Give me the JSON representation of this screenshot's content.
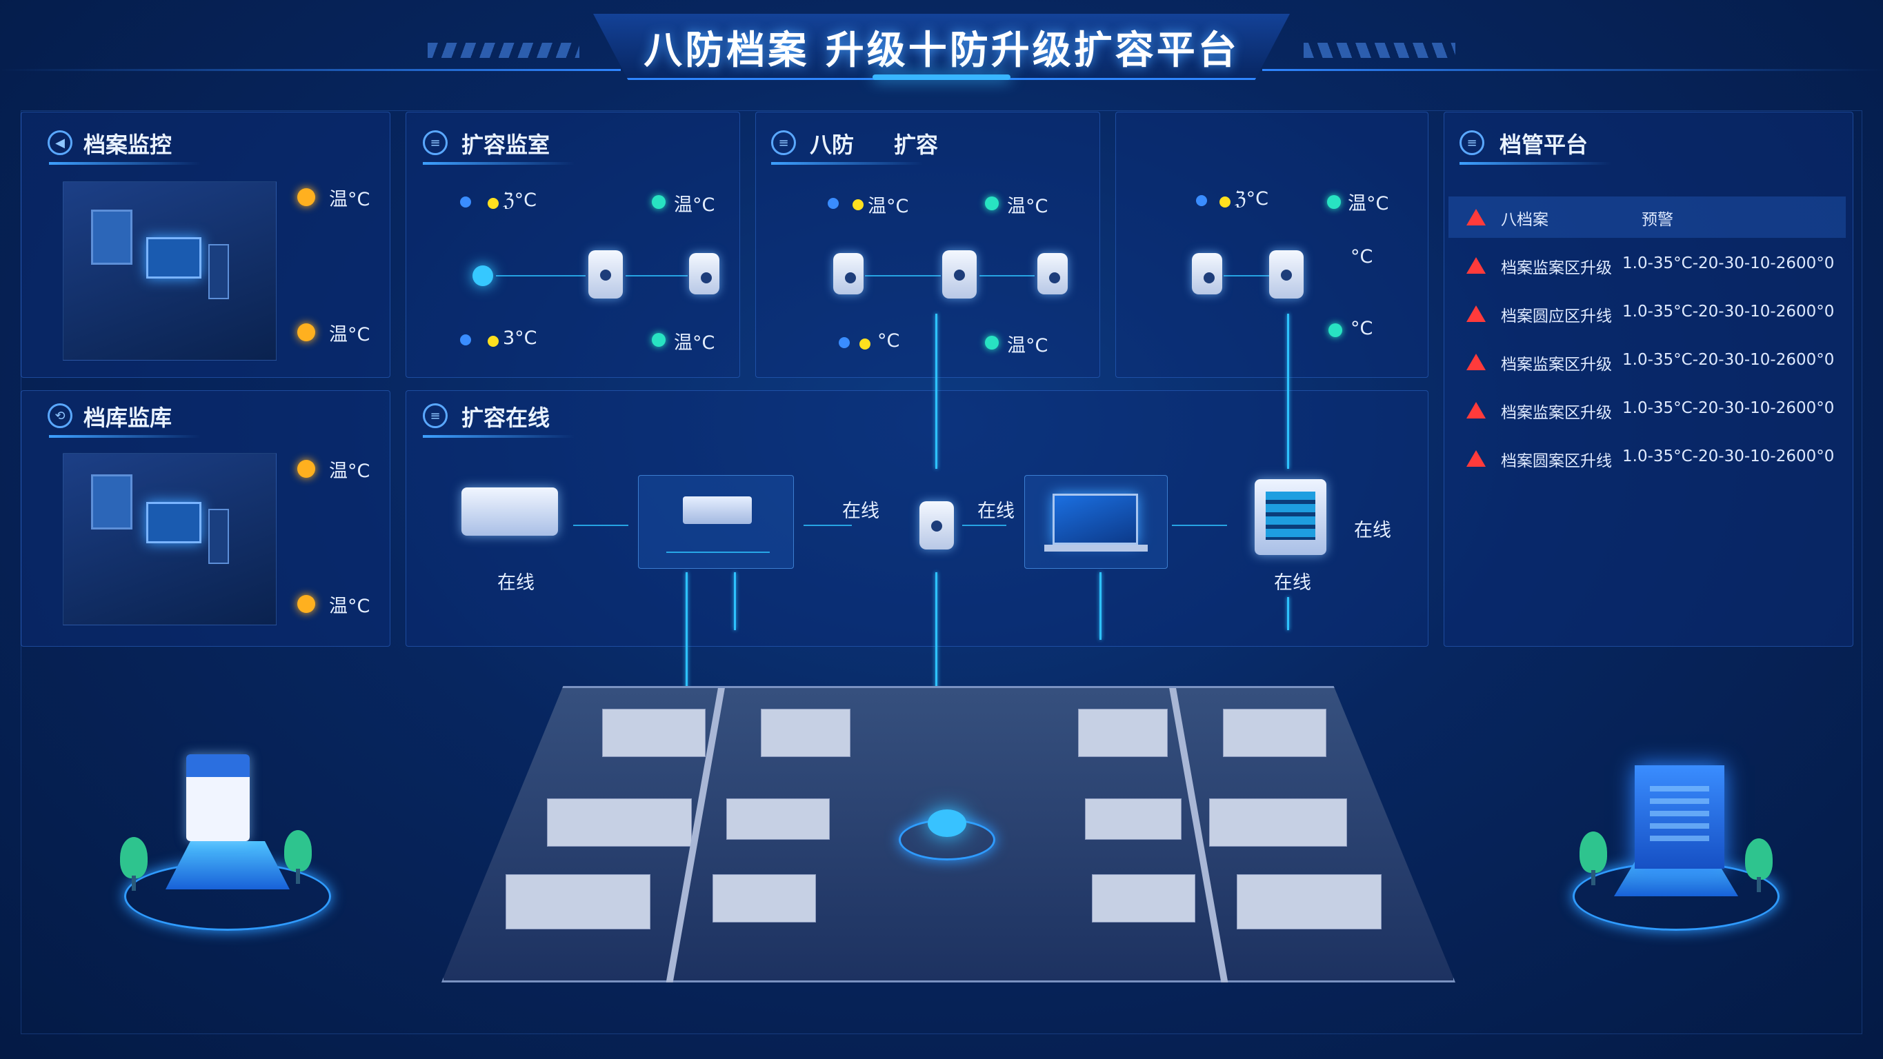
{
  "header": {
    "title": "八防档案 升级十防升级扩容平台"
  },
  "panels": {
    "archive_monitor": {
      "title": "档案监控",
      "temp_top": "温°C",
      "temp_bottom": "温°C"
    },
    "archive_library": {
      "title": "档库监库",
      "temp_top": "温°C",
      "temp_bottom": "温°C"
    },
    "expand_monitor": {
      "title": "扩容监室",
      "t1": "ℨ°C",
      "t2": "温°C",
      "t3": "3°C",
      "t4": "温°C"
    },
    "eight_defense": {
      "title_a": "八防",
      "title_b": "扩容",
      "t1": "温°C",
      "t2": "温°C",
      "t3": "°C",
      "t4": "温°C"
    },
    "fourth": {
      "t1": "ℨ°C",
      "t2": "温°C",
      "t3": "°C",
      "t4": "°C"
    },
    "expand_online": {
      "title": "扩容在线",
      "labels": {
        "device1": "在线",
        "link1": "在线",
        "link2": "在线",
        "device5_right": "在线",
        "device5_bottom": "在线"
      }
    },
    "archive_platform": {
      "title": "档管平台",
      "header_row": {
        "col1": "八档案",
        "col2": "预警"
      },
      "rows": [
        {
          "name": "档案监案区升级",
          "detail": "1.0-35°C-20-30-10-2600°0"
        },
        {
          "name": "档案圆应区升线",
          "detail": "1.0-35°C-20-30-10-2600°0"
        },
        {
          "name": "档案监案区升级",
          "detail": "1.0-35°C-20-30-10-2600°0"
        },
        {
          "name": "档案监案区升级",
          "detail": "1.0-35°C-20-30-10-2600°0"
        },
        {
          "name": "档案圆案区升线",
          "detail": "1.0-35°C-20-30-10-2600°0"
        }
      ]
    }
  },
  "colors": {
    "accent": "#2f86ff",
    "line": "#2ec2ff",
    "warn": "#ff3b3b",
    "sun": "#ffb01f",
    "online": "#28e3c2"
  },
  "icons": [
    "speaker-icon",
    "document-icon",
    "warning-icon",
    "sun-icon",
    "sensor-icon",
    "server-icon",
    "laptop-icon"
  ]
}
